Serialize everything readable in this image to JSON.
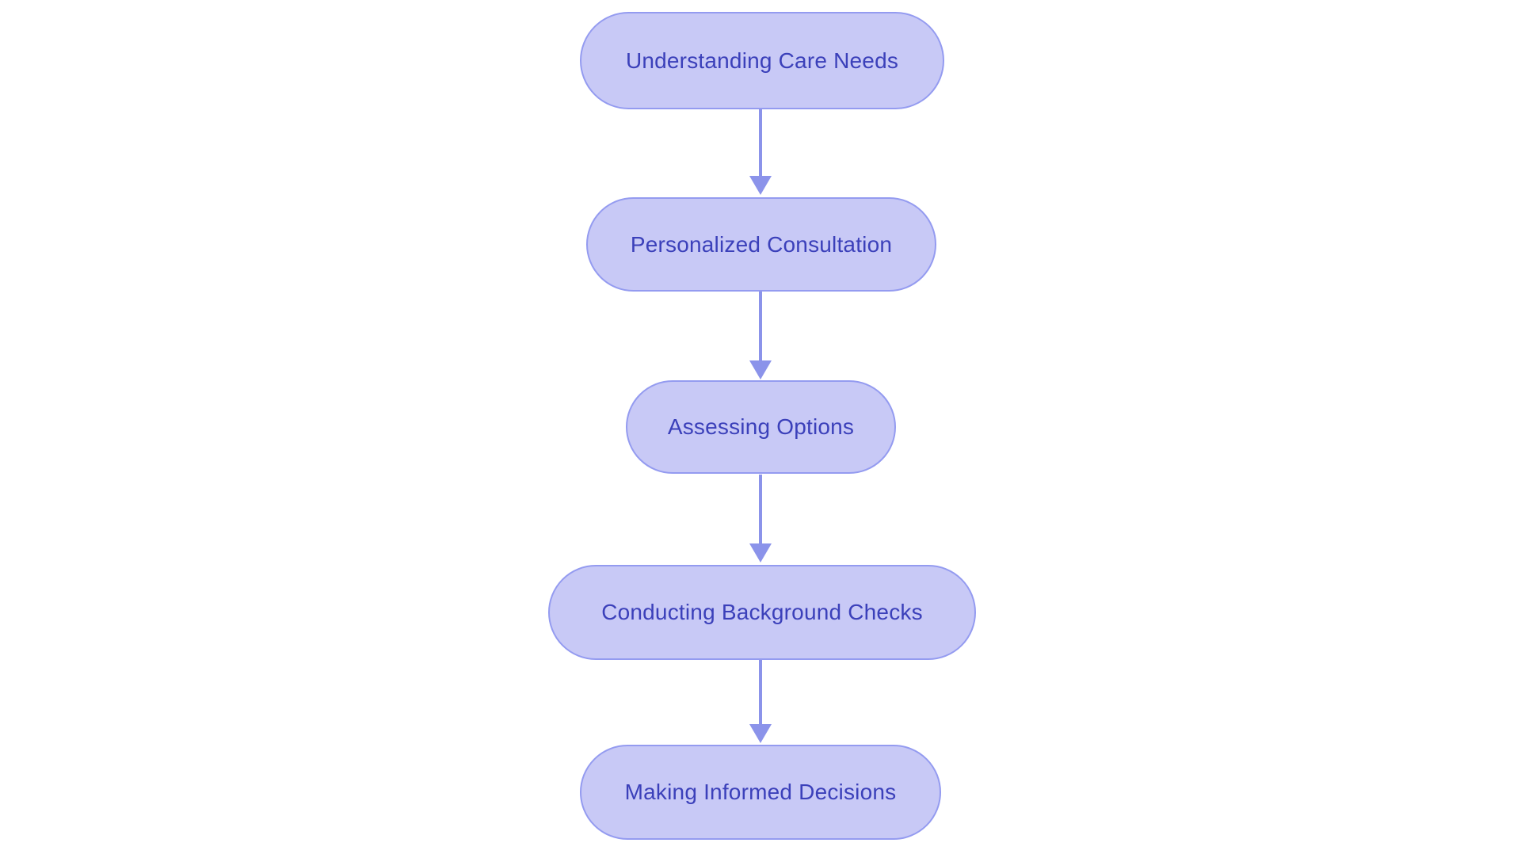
{
  "diagram": {
    "type": "flowchart",
    "direction": "top-down",
    "background_color": "#ffffff",
    "node_fill_color": "#c8c9f6",
    "node_border_color": "#949bf0",
    "node_text_color": "#3b40ba",
    "arrow_color": "#8b93ea",
    "nodes": [
      {
        "label": "Understanding Care Needs"
      },
      {
        "label": "Personalized Consultation"
      },
      {
        "label": "Assessing Options"
      },
      {
        "label": "Conducting Background Checks"
      },
      {
        "label": "Making Informed Decisions"
      }
    ],
    "connectors": [
      {
        "from": "Understanding Care Needs",
        "to": "Personalized Consultation"
      },
      {
        "from": "Personalized Consultation",
        "to": "Assessing Options"
      },
      {
        "from": "Assessing Options",
        "to": "Conducting Background Checks"
      },
      {
        "from": "Conducting Background Checks",
        "to": "Making Informed Decisions"
      }
    ]
  }
}
